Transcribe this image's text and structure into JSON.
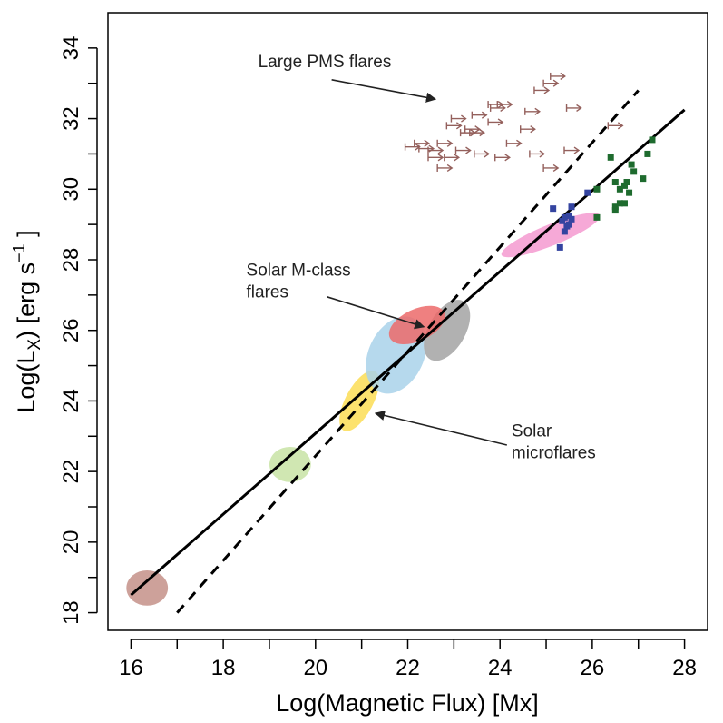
{
  "chart_data": {
    "type": "scatter",
    "xlabel": "Log(Magnetic Flux) [Mx]",
    "ylabel_parts": {
      "prefix": "Log(L",
      "sub": "X",
      "mid": ") [erg s",
      "sup": "−1",
      "suffix": " ]"
    },
    "xlim": [
      15.5,
      28.5
    ],
    "ylim": [
      17.5,
      35.0
    ],
    "xticks": [
      16,
      18,
      20,
      22,
      24,
      26,
      28
    ],
    "yticks": [
      18,
      20,
      22,
      24,
      26,
      28,
      30,
      32,
      34
    ],
    "grid": false,
    "legend": "none",
    "fit_lines": [
      {
        "style": "solid",
        "x": [
          16.0,
          28.0
        ],
        "y": [
          18.5,
          32.25
        ]
      },
      {
        "style": "dashed",
        "x": [
          17.0,
          27.0
        ],
        "y": [
          18.0,
          32.8
        ]
      }
    ],
    "regions": [
      {
        "color": "#c49088",
        "cx": 16.35,
        "cy": 18.7,
        "rx": 0.45,
        "ry": 0.5,
        "angle": 0
      },
      {
        "color": "#c8e3a4",
        "cx": 19.45,
        "cy": 22.2,
        "rx": 0.45,
        "ry": 0.5,
        "angle": 0
      },
      {
        "color": "#fbdd55",
        "cx": 20.95,
        "cy": 24.0,
        "rx": 0.3,
        "ry": 0.95,
        "angle": 28
      },
      {
        "color": "#a9d2ea",
        "cx": 21.75,
        "cy": 25.3,
        "rx": 0.6,
        "ry": 1.15,
        "angle": 25
      },
      {
        "color": "#dcdcdc",
        "cx": 22.85,
        "cy": 26.0,
        "rx": 0.4,
        "ry": 0.95,
        "angle": 30
      },
      {
        "color": "#a8a8a8",
        "cx": 22.85,
        "cy": 26.0,
        "rx": 0.4,
        "ry": 0.95,
        "angle": 30
      },
      {
        "color": "#ec6a6a",
        "cx": 22.2,
        "cy": 26.15,
        "rx": 0.65,
        "ry": 0.45,
        "angle": -25
      },
      {
        "color": "#f49ad0",
        "cx": 25.1,
        "cy": 28.7,
        "rx": 1.15,
        "ry": 0.3,
        "angle": -22
      }
    ],
    "series": [
      {
        "color": "#1e6b2e",
        "marker": "square",
        "points": [
          [
            26.1,
            30.0
          ],
          [
            26.1,
            29.2
          ],
          [
            26.4,
            30.9
          ],
          [
            26.5,
            30.2
          ],
          [
            26.5,
            29.5
          ],
          [
            26.5,
            29.4
          ],
          [
            26.6,
            30.0
          ],
          [
            26.6,
            29.6
          ],
          [
            26.7,
            30.1
          ],
          [
            26.7,
            29.6
          ],
          [
            26.75,
            30.2
          ],
          [
            26.8,
            29.9
          ],
          [
            26.85,
            30.7
          ],
          [
            26.9,
            30.5
          ],
          [
            27.1,
            30.3
          ],
          [
            27.2,
            31.0
          ],
          [
            27.3,
            31.4
          ]
        ]
      },
      {
        "color": "#3444a0",
        "marker": "square",
        "points": [
          [
            25.15,
            29.45
          ],
          [
            25.3,
            28.35
          ],
          [
            25.35,
            29.1
          ],
          [
            25.4,
            28.8
          ],
          [
            25.4,
            29.2
          ],
          [
            25.45,
            28.95
          ],
          [
            25.5,
            29.0
          ],
          [
            25.5,
            29.25
          ],
          [
            25.55,
            29.5
          ],
          [
            25.55,
            29.15
          ],
          [
            25.9,
            29.9
          ]
        ]
      },
      {
        "color": "#94605c",
        "marker": "right-arrow",
        "points": [
          [
            22.1,
            31.2
          ],
          [
            22.3,
            31.3
          ],
          [
            22.4,
            31.15
          ],
          [
            22.6,
            31.1
          ],
          [
            22.6,
            30.9
          ],
          [
            22.8,
            31.3
          ],
          [
            22.8,
            30.6
          ],
          [
            22.95,
            30.9
          ],
          [
            23.0,
            31.8
          ],
          [
            23.1,
            32.0
          ],
          [
            23.2,
            31.1
          ],
          [
            23.3,
            31.6
          ],
          [
            23.4,
            31.7
          ],
          [
            23.5,
            31.6
          ],
          [
            23.55,
            32.1
          ],
          [
            23.6,
            31.0
          ],
          [
            23.9,
            32.4
          ],
          [
            23.9,
            31.9
          ],
          [
            23.95,
            32.3
          ],
          [
            24.05,
            30.9
          ],
          [
            24.1,
            32.4
          ],
          [
            24.3,
            31.3
          ],
          [
            24.6,
            31.7
          ],
          [
            24.7,
            32.2
          ],
          [
            24.8,
            31.0
          ],
          [
            24.9,
            32.8
          ],
          [
            25.1,
            33.0
          ],
          [
            25.1,
            30.6
          ],
          [
            25.25,
            33.2
          ],
          [
            25.55,
            31.1
          ],
          [
            25.6,
            32.3
          ],
          [
            26.5,
            31.8
          ]
        ]
      }
    ],
    "annotations": [
      {
        "lines": [
          "Large PMS flares"
        ],
        "anchor": "middle",
        "tx": 20.2,
        "ty": 33.45,
        "arrow": [
          [
            20.35,
            33.1
          ],
          [
            22.6,
            32.55
          ]
        ]
      },
      {
        "lines": [
          "Solar M-class",
          "flares"
        ],
        "anchor": "start",
        "tx": 18.5,
        "ty": 27.55,
        "arrow": [
          [
            20.25,
            26.95
          ],
          [
            22.35,
            26.1
          ]
        ]
      },
      {
        "lines": [
          "Solar",
          "microflares"
        ],
        "anchor": "start",
        "tx": 24.25,
        "ty": 23.0,
        "arrow": [
          [
            24.15,
            22.75
          ],
          [
            21.3,
            23.65
          ]
        ]
      }
    ]
  }
}
